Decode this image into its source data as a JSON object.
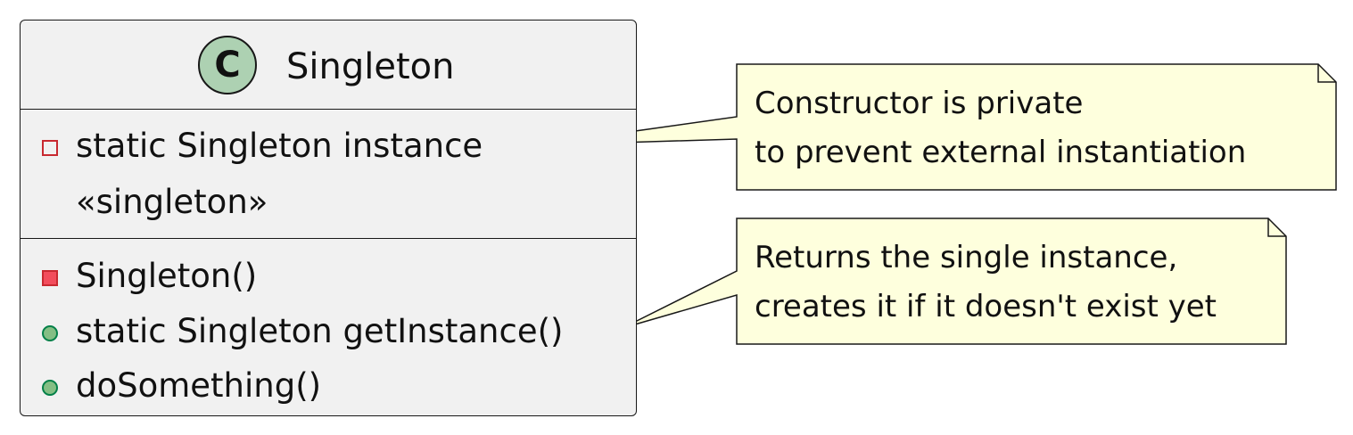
{
  "class": {
    "icon_letter": "C",
    "name": "Singleton",
    "fields": [
      {
        "visibility": "private",
        "text": "static Singleton instance"
      },
      {
        "visibility": "none",
        "text": "«singleton»"
      }
    ],
    "methods": [
      {
        "visibility": "private",
        "text": "Singleton()"
      },
      {
        "visibility": "public",
        "text": "static Singleton getInstance()"
      },
      {
        "visibility": "public",
        "text": "doSomething()"
      }
    ]
  },
  "notes": [
    {
      "lines": [
        "Constructor is private",
        "to prevent external instantiation"
      ]
    },
    {
      "lines": [
        "Returns the single instance,",
        "creates it if it doesn't exist yet"
      ]
    }
  ],
  "colors": {
    "class_fill": "#f1f1f1",
    "class_icon_fill": "#add1b2",
    "note_fill": "#feffdd",
    "border": "#181818",
    "private_stroke": "#c82930",
    "private_fill": "#f24d5c",
    "public_stroke": "#038048",
    "public_fill": "#84be84"
  }
}
